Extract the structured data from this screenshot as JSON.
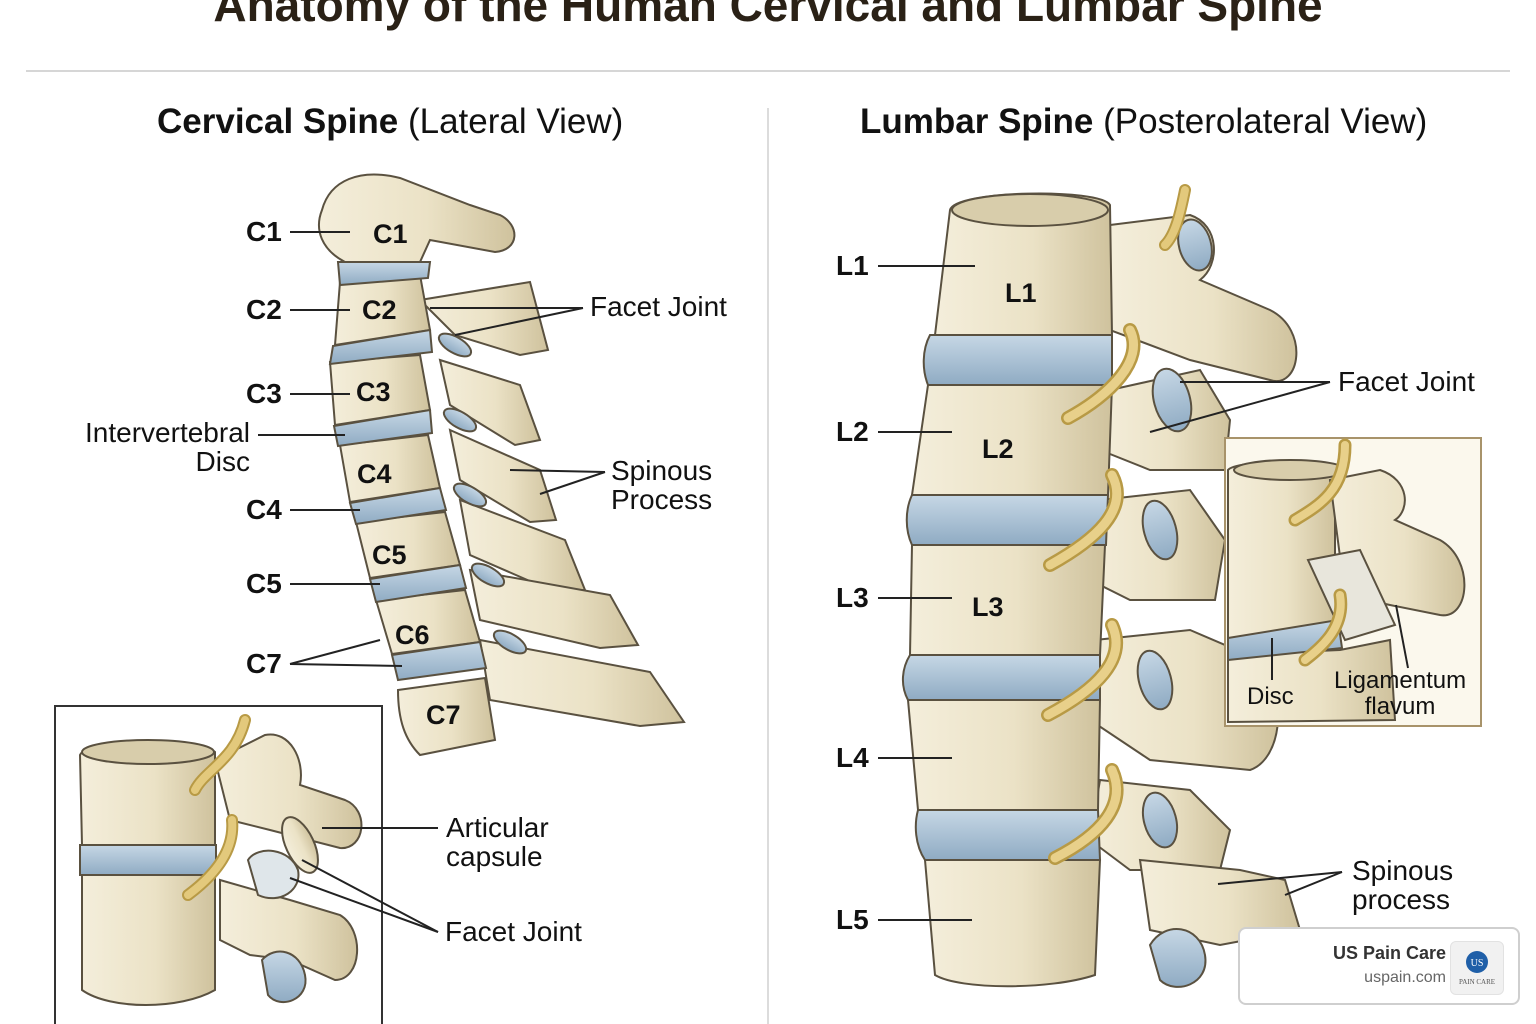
{
  "title": "Anatomy of the Human Cervical and Lumbar Spine",
  "cervical": {
    "heading_bold": "Cervical Spine",
    "heading_rest": "(Lateral View)",
    "side_labels": [
      "C1",
      "C2",
      "C3",
      "C4",
      "C5",
      "C7"
    ],
    "body_labels": [
      "C1",
      "C2",
      "C3",
      "C4",
      "C5",
      "C6",
      "C7"
    ],
    "facet_joint": "Facet Joint",
    "spinous_line1": "Spinous",
    "spinous_line2": "Process",
    "disc_line1": "Intervertebral",
    "disc_line2": "Disc",
    "inset": {
      "capsule_line1": "Articular",
      "capsule_line2": "capsule",
      "facet_joint": "Facet Joint"
    }
  },
  "lumbar": {
    "heading_bold": "Lumbar Spine",
    "heading_rest": "(Posterolateral View)",
    "side_labels": [
      "L1",
      "L2",
      "L3",
      "L4",
      "L5"
    ],
    "body_labels": [
      "L1",
      "L2",
      "L3"
    ],
    "facet_joint": "Facet Joint",
    "spinous_line1": "Spinous",
    "spinous_line2": "process",
    "inset": {
      "disc": "Disc",
      "lig_line1": "Ligamentum",
      "lig_line2": "flavum"
    }
  },
  "brand": {
    "name": "US Pain Care",
    "url": "uspain.com",
    "logo_monogram": "US",
    "logo_word": "PAIN CARE"
  },
  "colors": {
    "bone": "#ece3c8",
    "bone_shadow": "#c9bd98",
    "disc": "#a9c2d6",
    "nerve": "#dcc074",
    "outline": "#5a5140"
  }
}
